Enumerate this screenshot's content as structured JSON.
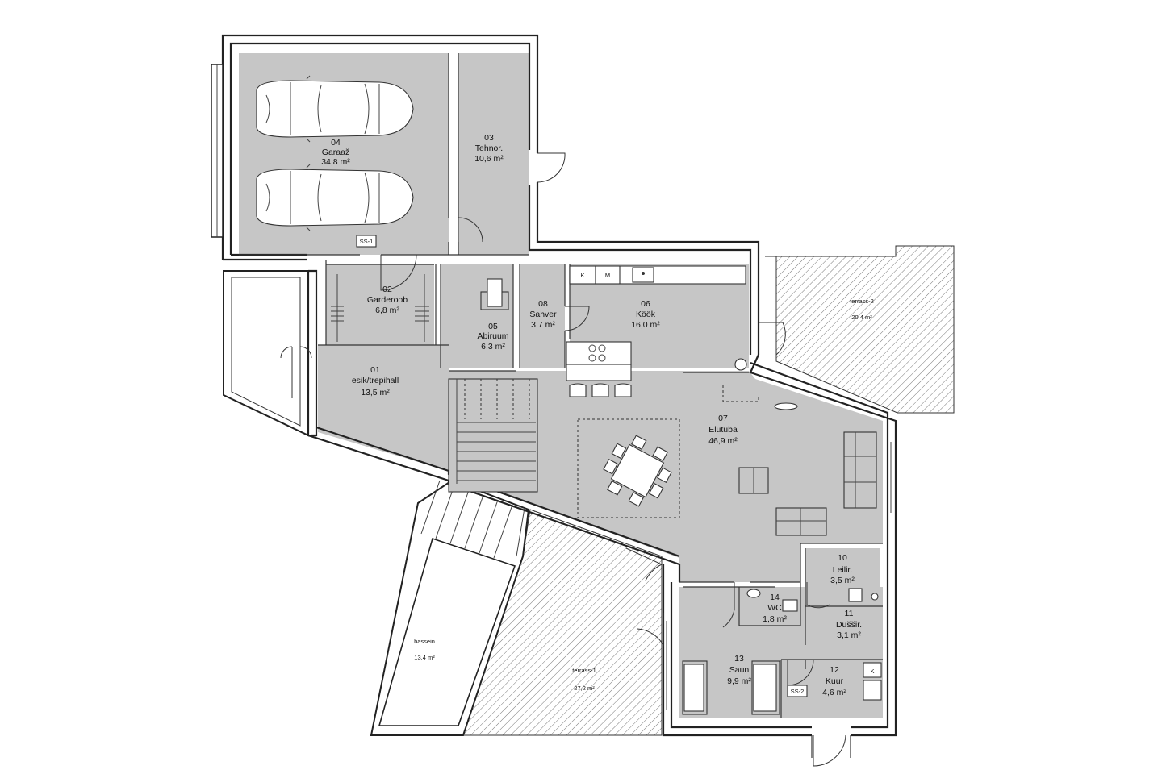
{
  "rooms": [
    {
      "num": "04",
      "name": "Garaaž",
      "area": "34,8 m²"
    },
    {
      "num": "03",
      "name": "Tehnor.",
      "area": "10,6 m²"
    },
    {
      "num": "02",
      "name": "Garderoob",
      "area": "6,8 m²"
    },
    {
      "num": "05",
      "name": "Abiruum",
      "area": "6,3 m²"
    },
    {
      "num": "08",
      "name": "Sahver",
      "area": "3,7 m²"
    },
    {
      "num": "06",
      "name": "Köök",
      "area": "16,0 m²"
    },
    {
      "num": "01",
      "name": "esik/trepihall",
      "area": "13,5 m²"
    },
    {
      "num": "07",
      "name": "Elutuba",
      "area": "46,9 m²"
    },
    {
      "num": "10",
      "name": "Leilir.",
      "area": "3,5 m²"
    },
    {
      "num": "14",
      "name": "WC",
      "area": "1,8 m²"
    },
    {
      "num": "11",
      "name": "Duššir.",
      "area": "3,1 m²"
    },
    {
      "num": "13",
      "name": "Saun",
      "area": "9,9 m²"
    },
    {
      "num": "12",
      "name": "Kuur",
      "area": "4,6 m²"
    }
  ],
  "terraces": [
    {
      "name": "terrass-2",
      "area": "20,4 m²"
    },
    {
      "name": "terrass-1",
      "area": "27,2 m²"
    },
    {
      "name": "bassein",
      "area": "13,4 m²"
    }
  ],
  "tags": {
    "ss1": "SS-1",
    "ss2": "SS-2",
    "k1": "K",
    "m1": "M",
    "k2": "K"
  }
}
